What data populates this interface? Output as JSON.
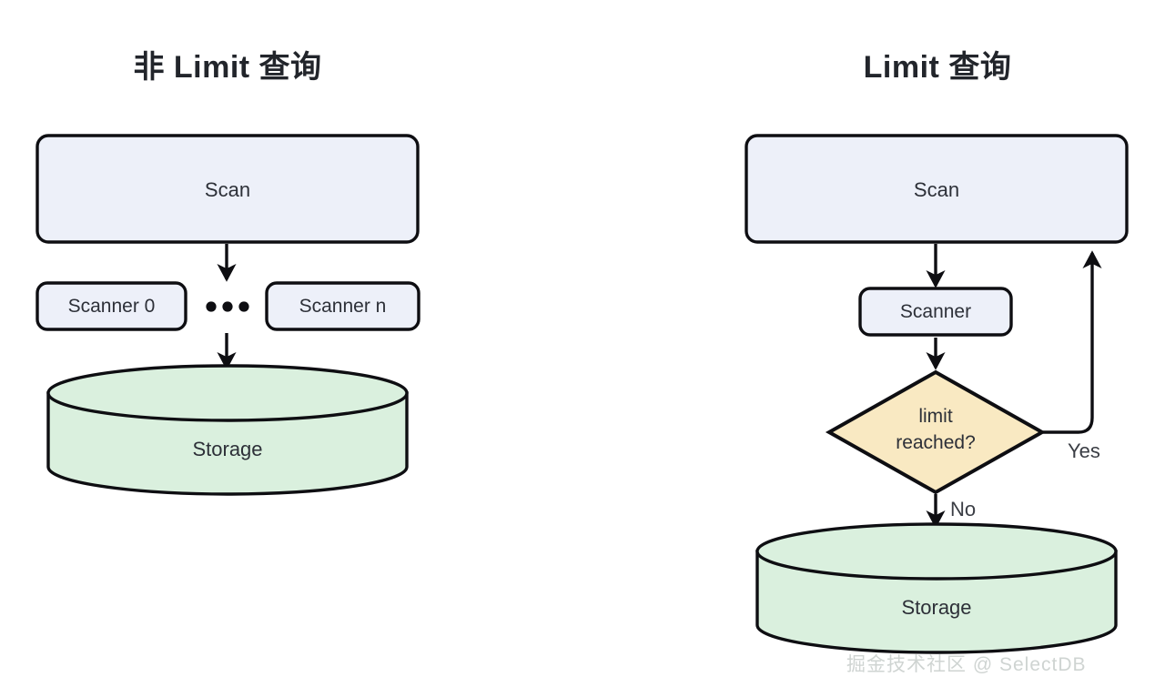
{
  "diagram": {
    "type": "flowchart",
    "title_left": "非 Limit 查询",
    "title_right": "Limit 查询",
    "colors": {
      "process_fill": "#edf0f9",
      "storage_fill": "#daf0de",
      "decision_fill": "#f9e9c2",
      "stroke": "#0e0e12",
      "text": "#2d3038",
      "watermark": "#cfd4d2",
      "background": "#ffffff"
    },
    "left_panel": {
      "nodes": {
        "scan": "Scan",
        "scanner_first": "Scanner 0",
        "scanner_last": "Scanner n",
        "ellipsis": "•••",
        "storage": "Storage"
      }
    },
    "right_panel": {
      "nodes": {
        "scan": "Scan",
        "scanner": "Scanner",
        "decision_line1": "limit",
        "decision_line2": "reached?",
        "storage": "Storage"
      },
      "edges": {
        "yes": "Yes",
        "no": "No"
      }
    },
    "watermark": "掘金技术社区 @ SelectDB"
  }
}
